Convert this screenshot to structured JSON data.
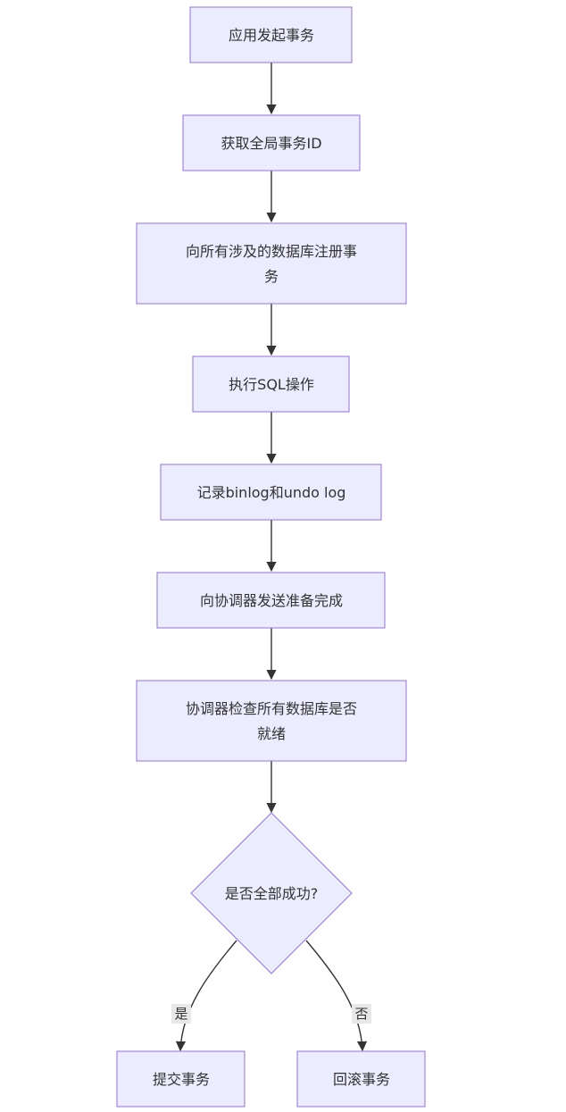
{
  "diagram": {
    "nodes": {
      "start": {
        "label": "应用发起事务"
      },
      "get_id": {
        "label": "获取全局事务ID"
      },
      "register": {
        "line1": "向所有涉及的数据库注册事",
        "line2": "务"
      },
      "exec_sql": {
        "label": "执行SQL操作"
      },
      "log": {
        "label": "记录binlog和undo log"
      },
      "prepare": {
        "label": "向协调器发送准备完成"
      },
      "check": {
        "line1": "协调器检查所有数据库是否",
        "line2": "就绪"
      },
      "decision": {
        "label": "是否全部成功?"
      },
      "commit": {
        "label": "提交事务"
      },
      "rollback": {
        "label": "回滚事务"
      }
    },
    "edge_labels": {
      "yes": "是",
      "no": "否"
    },
    "colors": {
      "node_fill": "#ececff",
      "node_stroke": "#9370db",
      "edge": "#333333",
      "text": "#333333",
      "edge_label_bg": "#e8e8e8"
    }
  }
}
